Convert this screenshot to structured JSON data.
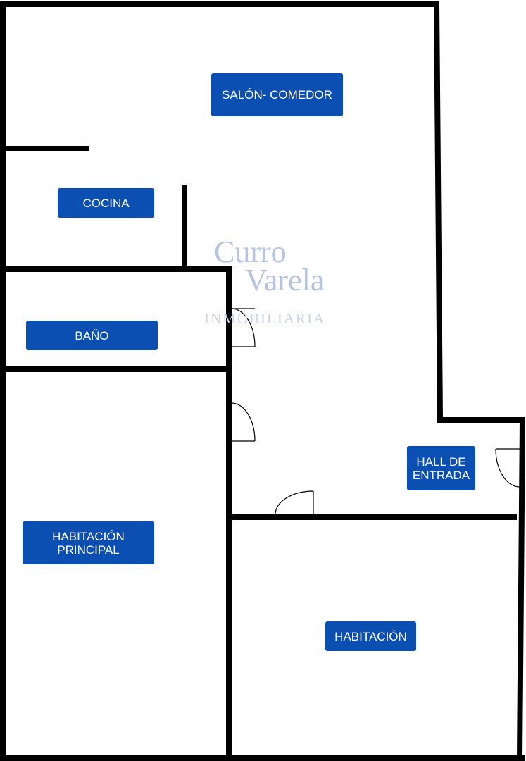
{
  "rooms": {
    "salon": "SALÓN- COMEDOR",
    "cocina": "COCINA",
    "bano": "BAÑO",
    "hall": "HALL DE\nENTRADA",
    "habitacion_principal": "HABITACIÓN\nPRINCIPAL",
    "habitacion": "HABITACIÓN"
  },
  "watermark": {
    "line1": "Curro",
    "line2": "Varela",
    "line3": "INMOBILIARIA"
  },
  "colors": {
    "label_bg": "#0b4fb3",
    "label_text": "#ffffff",
    "wall": "#000000",
    "watermark": "#b7c3e3"
  }
}
